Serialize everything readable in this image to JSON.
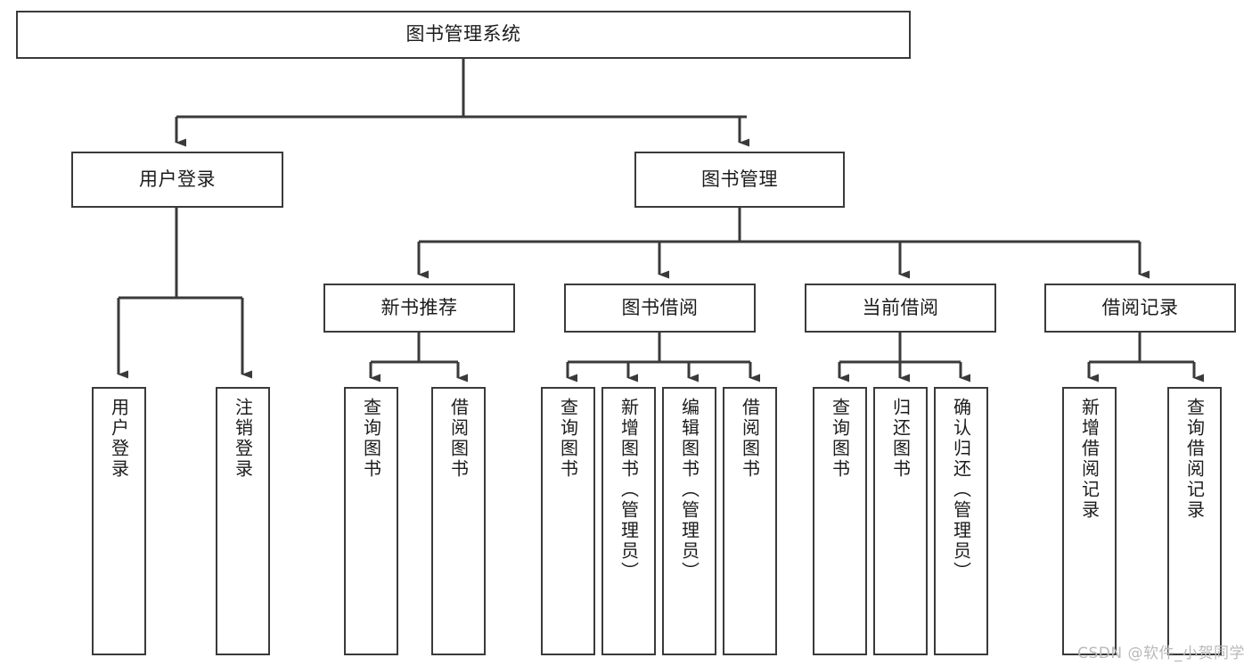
{
  "diagram": {
    "type": "tree-hierarchy",
    "title": "图书管理系统",
    "background_color": "#ffffff",
    "line_color": "#3a3a3a",
    "text_color": "#1c1c1c",
    "watermark": "CSDN @软件_小贺同学",
    "levels": {
      "level1": [
        {
          "id": "root",
          "label": "图书管理系统"
        }
      ],
      "level2": [
        {
          "id": "user-login",
          "label": "用户登录"
        },
        {
          "id": "book-manage",
          "label": "图书管理"
        }
      ],
      "level3": [
        {
          "id": "new-book-recommend",
          "label": "新书推荐"
        },
        {
          "id": "book-borrow",
          "label": "图书借阅"
        },
        {
          "id": "current-borrow",
          "label": "当前借阅"
        },
        {
          "id": "borrow-record",
          "label": "借阅记录"
        }
      ],
      "level4": [
        {
          "id": "leaf-user-login",
          "label": "用户登录",
          "parent": "user-login"
        },
        {
          "id": "leaf-user-logout",
          "label": "注销登录",
          "parent": "user-login"
        },
        {
          "id": "leaf-query-book-1",
          "label": "查询图书",
          "parent": "new-book-recommend"
        },
        {
          "id": "leaf-borrow-book-1",
          "label": "借阅图书",
          "parent": "new-book-recommend"
        },
        {
          "id": "leaf-query-book-2",
          "label": "查询图书",
          "parent": "book-borrow"
        },
        {
          "id": "leaf-add-book",
          "label": "新增图书（管理员）",
          "parent": "book-borrow"
        },
        {
          "id": "leaf-edit-book",
          "label": "编辑图书（管理员）",
          "parent": "book-borrow"
        },
        {
          "id": "leaf-borrow-book-2",
          "label": "借阅图书",
          "parent": "book-borrow"
        },
        {
          "id": "leaf-query-book-3",
          "label": "查询图书",
          "parent": "current-borrow"
        },
        {
          "id": "leaf-return-book",
          "label": "归还图书",
          "parent": "current-borrow"
        },
        {
          "id": "leaf-confirm-return",
          "label": "确认归还（管理员）",
          "parent": "current-borrow"
        },
        {
          "id": "leaf-add-record",
          "label": "新增借阅记录",
          "parent": "borrow-record"
        },
        {
          "id": "leaf-query-record",
          "label": "查询借阅记录",
          "parent": "borrow-record"
        }
      ]
    }
  }
}
